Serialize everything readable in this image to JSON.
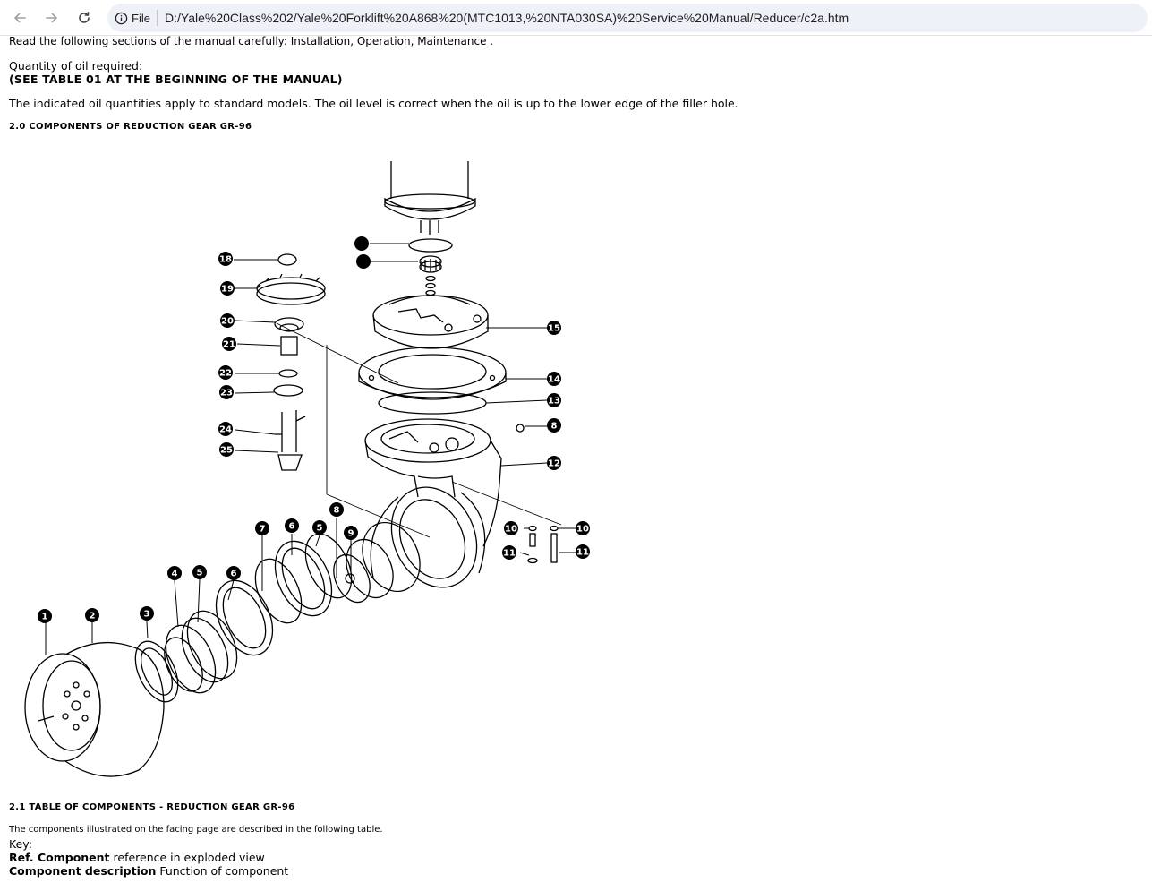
{
  "browser": {
    "chip_label": "File",
    "url": "D:/Yale%20Class%202/Yale%20Forklift%20A868%20(MTC1013,%20NTA030SA)%20Service%20Manual/Reducer/c2a.htm",
    "icons": [
      "back-arrow-icon",
      "forward-arrow-icon",
      "reload-icon",
      "info-icon"
    ]
  },
  "document": {
    "cut_line": "Read the following sections of the manual carefully:  Installation, Operation, Maintenance .",
    "oil_label": "Quantity of oil required:",
    "oil_ref": "(SEE TABLE 01 AT THE BEGINNING OF THE MANUAL)",
    "oil_note": "The indicated oil quantities apply to standard models. The oil level is correct when the oil is up to the lower edge of the filler hole.",
    "section_title": "2.0 COMPONENTS OF REDUCTION GEAR GR-96",
    "diagram": {
      "callouts": [
        "18",
        "19",
        "20",
        "21",
        "22",
        "23",
        "24",
        "25",
        "15",
        "14",
        "13",
        "8",
        "12",
        "10",
        "10",
        "11",
        "11",
        "7",
        "6",
        "5",
        "8",
        "9",
        "4",
        "5",
        "6",
        "1",
        "2",
        "3"
      ]
    },
    "table_title": "2.1 TABLE OF COMPONENTS - REDUCTION GEAR GR-96",
    "table_intro": "The components illustrated on the facing page are described in the following table.",
    "key_label": "Key:",
    "key_items": [
      {
        "term": "Ref. Component",
        "desc": "reference in exploded view"
      },
      {
        "term": "Component description",
        "desc": "Function of component"
      }
    ]
  }
}
